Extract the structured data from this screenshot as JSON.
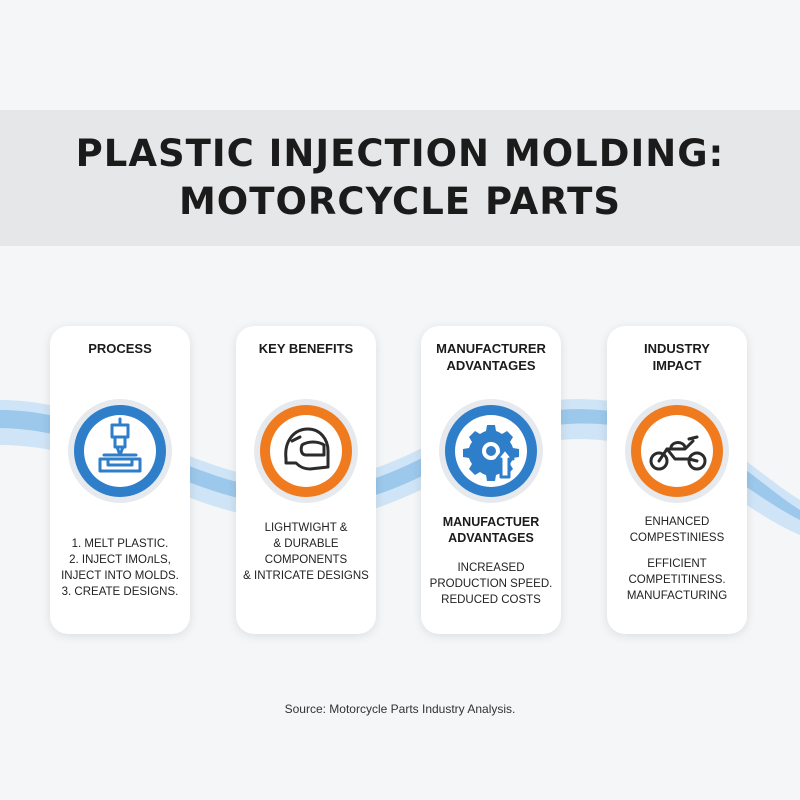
{
  "title": {
    "line1": "PLASTIC INJECTION MOLDING:",
    "line2": "MOTORCYCLE PARTS"
  },
  "cards": [
    {
      "title": [
        "PROCESS"
      ],
      "icon": "injection-machine-icon",
      "ring_color": "#2e7ec9",
      "lines": [
        "1. MELT PLASTIC.",
        "2. INJECT IMOлLS,",
        "INJECT INTO MOLDS.",
        "3. CREATE DESIGNS."
      ]
    },
    {
      "title": [
        "KEY BENEFITS"
      ],
      "icon": "helmet-icon",
      "ring_color": "#f07a1e",
      "lines": [
        "LIGHTWIGHT &",
        "& DURABLE",
        "COMPONENTS",
        "& INTRICATE DESIGNS"
      ]
    },
    {
      "title": [
        "MANUFACTURER",
        "ADVANTAGES"
      ],
      "icon": "gear-arrow-icon",
      "ring_color": "#2e7ec9",
      "subtitle": [
        "MANUFACTUER",
        "ADVANTAGES"
      ],
      "lines": [
        "INCREASED",
        "PRODUCTION SPEED.",
        "REDUCED COSTS"
      ]
    },
    {
      "title": [
        "INDUSTRY",
        "IMPACT"
      ],
      "icon": "motorcycle-icon",
      "ring_color": "#f07a1e",
      "lines": [
        "ENHANCED",
        "COMPESTINIESS",
        "",
        "EFFICIENT",
        "COMPETITINESS.",
        "MANUFACTURING"
      ]
    }
  ],
  "source": "Source: Motorcycle Parts Industry Analysis."
}
